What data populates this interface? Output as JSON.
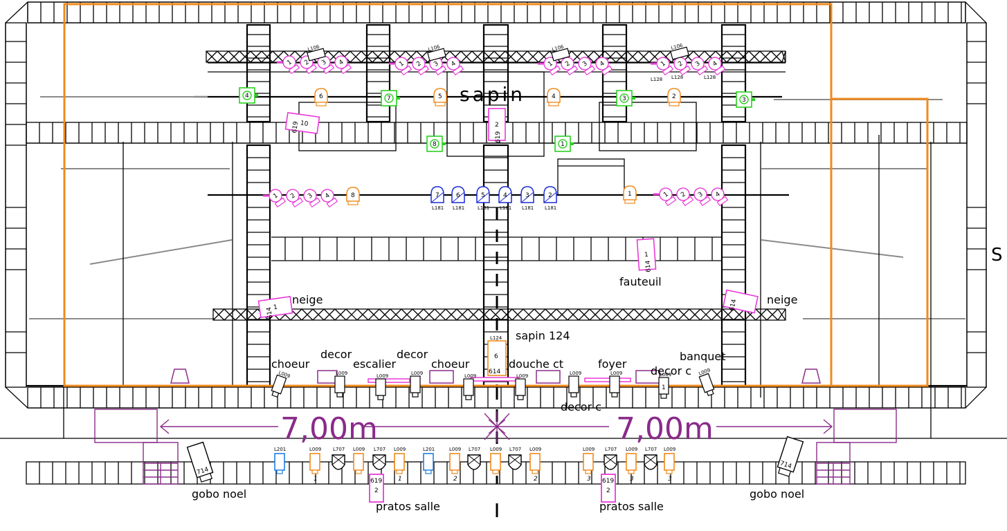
{
  "plan": {
    "labels": {
      "sapin": "sapin",
      "fauteuil": "fauteuil",
      "neige_left": "neige",
      "neige_right": "neige",
      "sapin124": "sapin 124",
      "choeur_left": "choeur",
      "decor_1": "decor",
      "escalier": "escalier",
      "decor_2": "decor",
      "choeur_mid": "choeur",
      "douche_ct": "douche ct",
      "foyer": "foyer",
      "decor_c_1": "decor c",
      "banquet": "banquet",
      "decor_c_2": "decor c",
      "gobo_left": "gobo noel",
      "gobo_right": "gobo noel",
      "pratos_left": "pratos salle",
      "pratos_right": "pratos salle",
      "side_s": "S"
    },
    "dimensions": {
      "left": "7,00m",
      "right": "7,00m"
    },
    "gels": {
      "l106": "L106",
      "l128": "L128",
      "l181": "L181",
      "l124": "L124",
      "l009": "L009",
      "l707": "L707",
      "l201": "L201",
      "g619": "619",
      "g614": "614",
      "g714": "714"
    },
    "pink_pars_numbers": [
      "1",
      "2",
      "3",
      "4"
    ],
    "orange_top_numbers": [
      "6",
      "5",
      "4",
      "2"
    ],
    "green_numbers": [
      "4",
      "7",
      "3",
      "3",
      "8",
      "1"
    ],
    "blue_numbers": [
      "7",
      "6",
      "5",
      "4",
      "3",
      "2"
    ],
    "orange_mid_numbers": [
      "8",
      "1"
    ],
    "misc_numbers": {
      "ten": "10",
      "two": "2",
      "one": "1",
      "six": "6"
    },
    "colors": {
      "orange": "#f08a1c",
      "pink": "#e83ad8",
      "green": "#29d11f",
      "blue": "#1a2ad6",
      "purple": "#8a2b8a",
      "gray": "#8a8a8a",
      "cyan_blue": "#1f7ee0"
    }
  }
}
